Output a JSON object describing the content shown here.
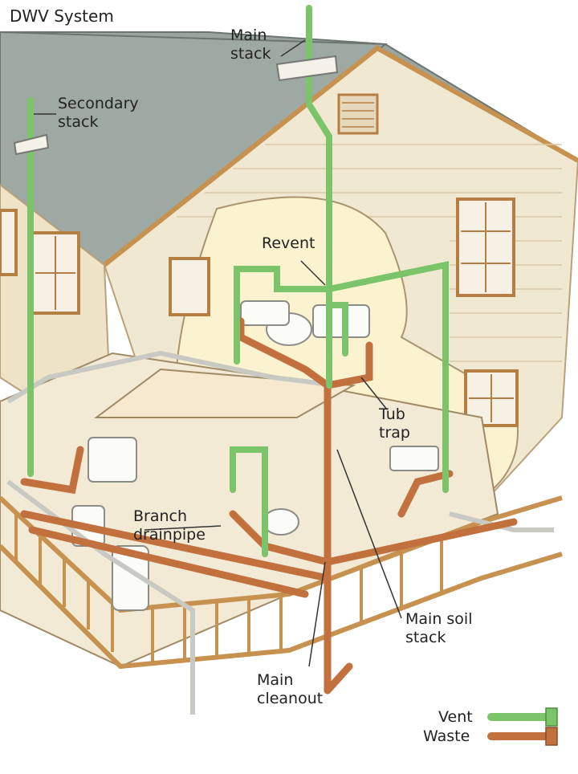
{
  "title": "DWV System",
  "labels": {
    "main_stack": "Main\nstack",
    "secondary_stack": "Secondary\nstack",
    "revent": "Revent",
    "tub_trap": "Tub\ntrap",
    "branch_drainpipe": "Branch\ndrainpipe",
    "main_soil_stack": "Main soil\nstack",
    "main_cleanout": "Main\ncleanout"
  },
  "legend": [
    {
      "label": "Vent",
      "color": "#7cc46a"
    },
    {
      "label": "Waste",
      "color": "#c2703e"
    }
  ],
  "colors": {
    "vent": "#7cc46a",
    "waste": "#c2703e",
    "roof": "#9aa59f",
    "siding": "#efe6cf",
    "trim": "#c7914f"
  }
}
